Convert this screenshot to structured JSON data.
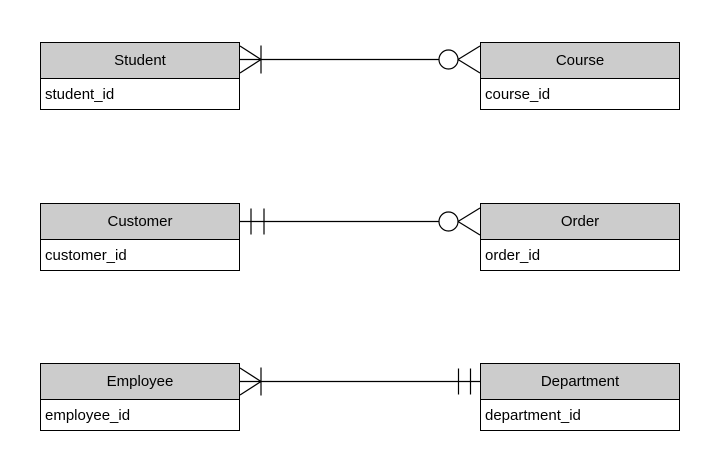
{
  "diagram": {
    "type": "entity-relationship-diagram",
    "notation": "crow's foot",
    "colors": {
      "background": "#FFFFFF",
      "entity_header_fill": "#CCCCCC",
      "entity_body_fill": "#FFFFFF",
      "border": "#000000",
      "line": "#000000",
      "text": "#000000"
    },
    "entities": [
      {
        "name": "Student",
        "attributes": [
          "student_id"
        ]
      },
      {
        "name": "Course",
        "attributes": [
          "course_id"
        ]
      },
      {
        "name": "Customer",
        "attributes": [
          "customer_id"
        ]
      },
      {
        "name": "Order",
        "attributes": [
          "order_id"
        ]
      },
      {
        "name": "Employee",
        "attributes": [
          "employee_id"
        ]
      },
      {
        "name": "Department",
        "attributes": [
          "department_id"
        ]
      }
    ],
    "relationships": [
      {
        "from": "Student",
        "to": "Course",
        "cardinality_at_from": "one-or-many (crow's foot with bar)",
        "cardinality_at_to": "zero-or-many (circle with crow's foot)"
      },
      {
        "from": "Customer",
        "to": "Order",
        "cardinality_at_from": "exactly-one (double bar)",
        "cardinality_at_to": "zero-or-many (circle with crow's foot)"
      },
      {
        "from": "Employee",
        "to": "Department",
        "cardinality_at_from": "one-or-many (crow's foot with bar)",
        "cardinality_at_to": "exactly-one (double bar)"
      }
    ]
  }
}
